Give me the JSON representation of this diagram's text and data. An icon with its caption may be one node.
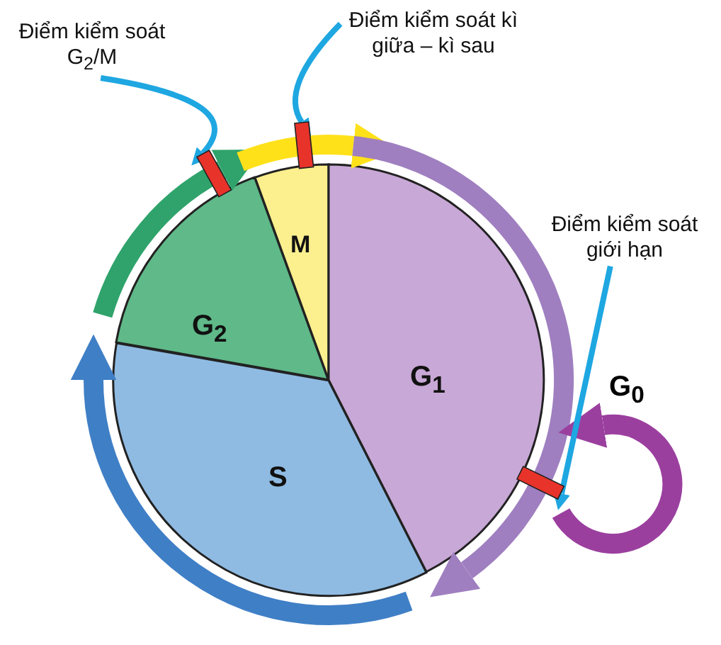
{
  "diagram": {
    "nodes": [
      {
        "text": [
          "Điểm kiểm soát G$_{2}$/M"
        ]
      },
      {
        "text": [
          "Điểm kiểm soát kì giữa – kì sau"
        ]
      },
      {
        "text": [
          "Điểm kiểm soát giới hạn"
        ]
      },
      {
        "text": [
          "M"
        ]
      },
      {
        "text": [
          "G$_{2}$"
        ]
      },
      {
        "text": [
          "G$_{1}$"
        ]
      },
      {
        "text": [
          "S"
        ]
      },
      {
        "text": [],
        "shape": "bar"
      },
      {
        "text": [],
        "shape": "bar"
      },
      {
        "text": [],
        "shape": "bar"
      }
    ],
    "edges": [
      {
        "from": 0,
        "to": 7,
        "arrow": "to"
      },
      {
        "from": 1,
        "to": 8,
        "arrow": "to"
      },
      {
        "from": 2,
        "to": 9,
        "arrow": "to"
      }
    ],
    "labels": [
      "G$_{0}$"
    ]
  }
}
